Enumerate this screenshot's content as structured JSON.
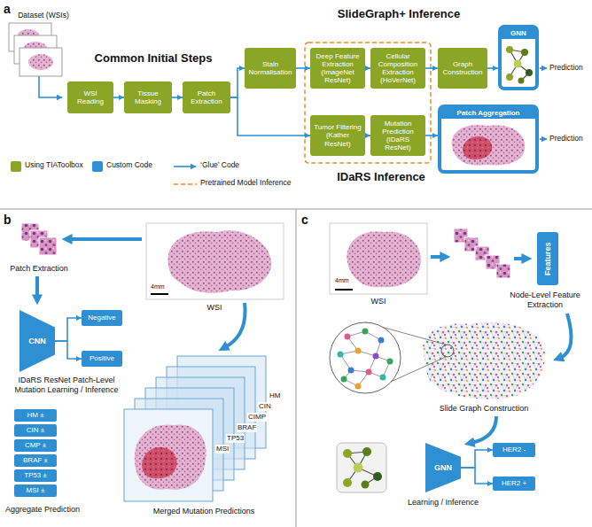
{
  "diagram": {
    "nodes": [
      {
        "text": [
          "WSI Reading"
        ]
      },
      {
        "text": [
          "Tissue Masking"
        ]
      },
      {
        "text": [
          "Patch Extraction"
        ]
      },
      {
        "text": [
          "Stain Normalisation"
        ]
      },
      {
        "text": [
          "Deep Feature Extraction (ImageNet ResNet)"
        ]
      },
      {
        "text": [
          "Cellular Composition Extraction (HoVerNet)"
        ]
      },
      {
        "text": [
          "Graph Construction"
        ]
      },
      {
        "text": [
          "GNN"
        ]
      },
      {
        "text": [
          "Tumor Filtering (Kather ResNet)"
        ]
      },
      {
        "text": [
          "Mutation Prediction (IDaRS ResNet)"
        ]
      },
      {
        "text": [
          "Patch Aggregation"
        ]
      },
      {
        "text": [
          "CNN"
        ]
      },
      {
        "text": [
          "Negative"
        ]
      },
      {
        "text": [
          "Positive"
        ]
      },
      {
        "text": [
          "HM ±"
        ]
      },
      {
        "text": [
          "CIN ±"
        ]
      },
      {
        "text": [
          "CMP ±"
        ]
      },
      {
        "text": [
          "BRAF ±"
        ]
      },
      {
        "text": [
          "TP53 ±"
        ]
      },
      {
        "text": [
          "MSI ±"
        ]
      },
      {
        "text": [
          "Features"
        ]
      },
      {
        "text": [
          "GNN"
        ]
      },
      {
        "text": [
          "HER2 -"
        ]
      },
      {
        "text": [
          "HER2 +"
        ]
      }
    ],
    "edges": [
      {
        "from": 0,
        "to": 1,
        "arrow": "to"
      },
      {
        "from": 1,
        "to": 2,
        "arrow": "to"
      },
      {
        "from": 2,
        "to": 3,
        "arrow": "to"
      },
      {
        "from": 2,
        "to": 8,
        "arrow": "to"
      },
      {
        "from": 3,
        "to": 4,
        "arrow": "to"
      },
      {
        "from": 4,
        "to": 5,
        "arrow": "to"
      },
      {
        "from": 5,
        "to": 6,
        "arrow": "to"
      },
      {
        "from": 6,
        "to": 7,
        "arrow": "to"
      },
      {
        "from": 8,
        "to": 9,
        "arrow": "to"
      },
      {
        "from": 9,
        "to": 10,
        "arrow": "to"
      },
      {
        "from": 11,
        "to": 12,
        "arrow": "to"
      },
      {
        "from": 11,
        "to": 13,
        "arrow": "to"
      },
      {
        "from": 21,
        "to": 22,
        "arrow": "to"
      },
      {
        "from": 21,
        "to": 23,
        "arrow": "to"
      }
    ],
    "labels": [
      "a",
      "Dataset (WSIs)",
      "Common Initial Steps",
      "SlideGraph+ Inference",
      "Prediction",
      "Prediction",
      "IDaRS Inference",
      "b",
      "Patch Extraction",
      "WSI",
      "4mm",
      "IDaRS ResNet Patch-Level Mutation Learning / Inference",
      "Aggregate Prediction",
      "HM",
      "CIN",
      "CIMP",
      "BRAF",
      "TP53",
      "MSI",
      "Merged Mutation Predictions",
      "c",
      "WSI",
      "4mm",
      "Node-Level Feature Extraction",
      "Slide Graph Construction",
      "Learning / Inference"
    ],
    "legend": [
      {
        "text": "Using TIAToolbox",
        "color": "#8ba526"
      },
      {
        "text": "Custom Code",
        "color": "#2e8fd3"
      },
      {
        "text": "‘Glue’ Code"
      },
      {
        "text": "Pretrained Model Inference"
      }
    ]
  }
}
